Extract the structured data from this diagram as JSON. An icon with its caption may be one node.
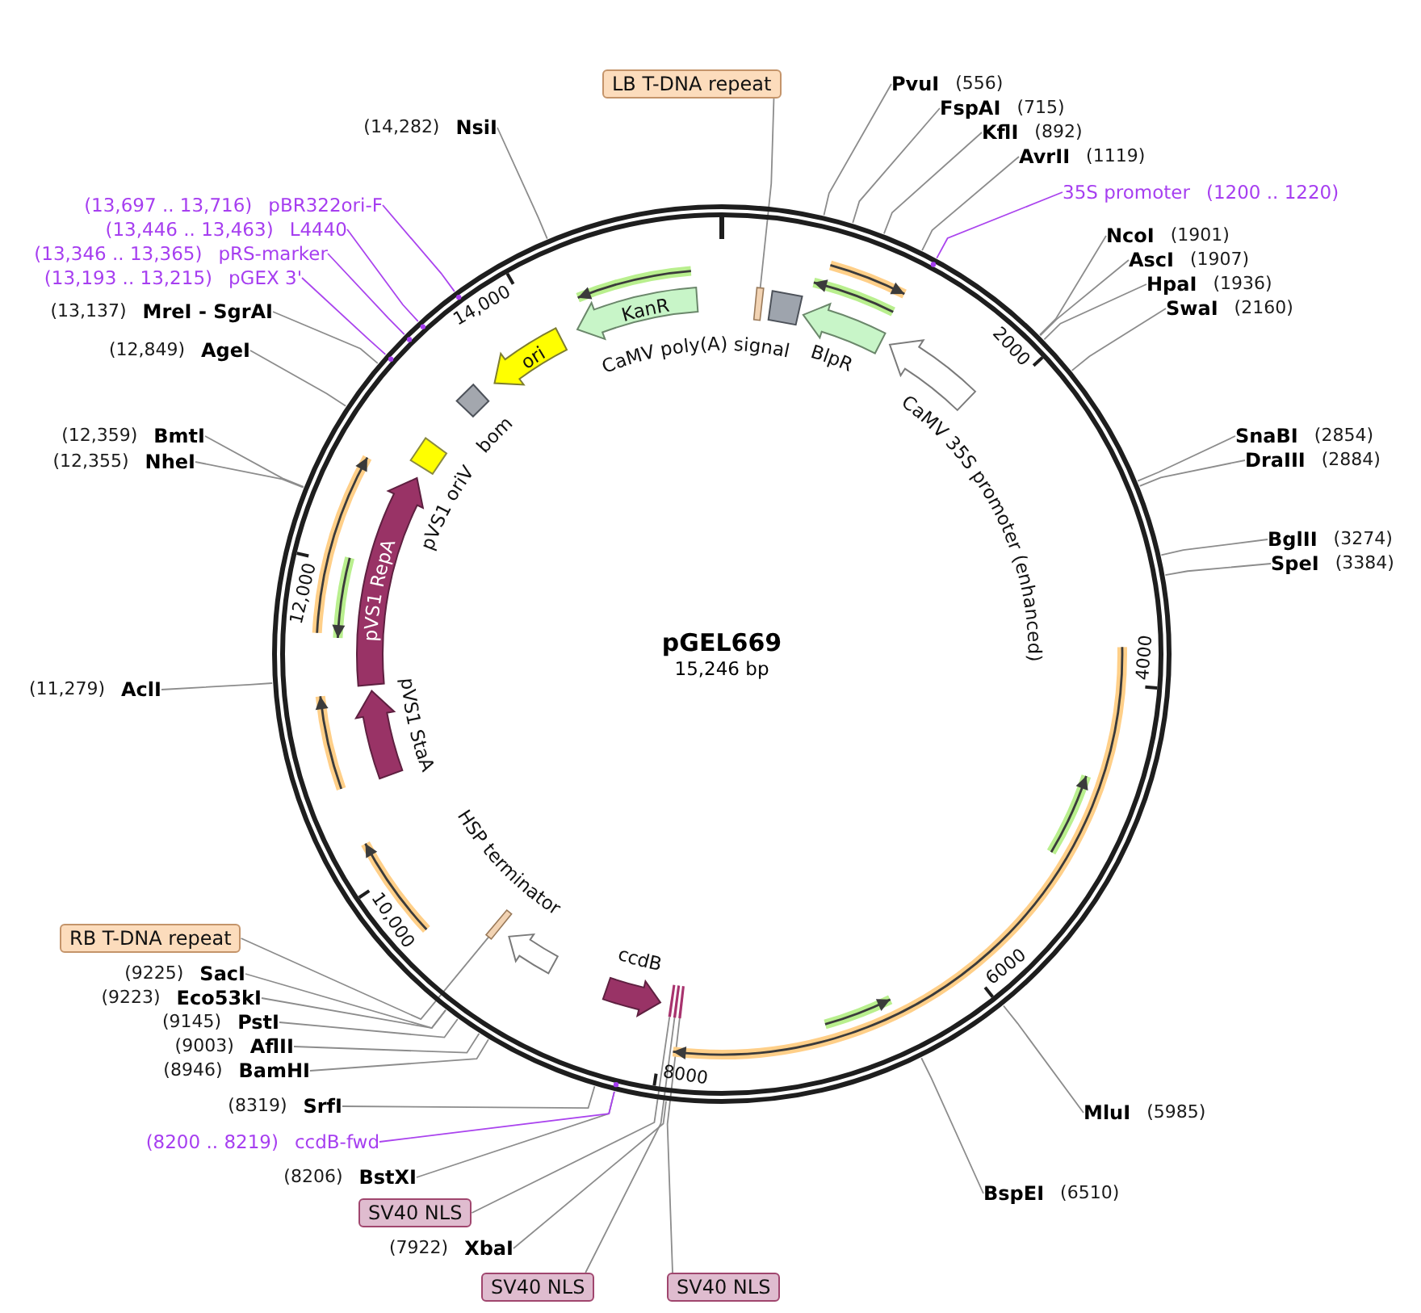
{
  "diagram": {
    "nodes": [
      {
        "text": [
          "pGEL669",
          "15,246 bp"
        ]
      },
      {
        "text": [],
        "shape": "bar",
        "in": 0
      },
      {
        "text": [
          "CaMV poly(A) signal"
        ],
        "in": 0
      },
      {
        "text": [
          "BlpR"
        ],
        "in": 0
      },
      {
        "text": [
          "CaMV 35S promoter (enhanced)"
        ],
        "in": 0
      },
      {
        "text": [],
        "shape": "bar",
        "in": 0
      },
      {
        "text": [],
        "shape": "bar",
        "in": 0
      },
      {
        "text": [],
        "shape": "bar",
        "in": 0
      },
      {
        "text": [
          "ccdB"
        ],
        "in": 0
      },
      {
        "text": [
          "HSP terminator"
        ],
        "in": 0
      },
      {
        "text": [],
        "shape": "bar",
        "in": 0
      },
      {
        "text": [
          "pVS1 StaA"
        ],
        "in": 0
      },
      {
        "text": [
          "pVS1 RepA"
        ],
        "in": 0
      },
      {
        "text": [
          "pVS1 oriV"
        ],
        "in": 0
      },
      {
        "text": [
          "bom"
        ],
        "in": 0
      },
      {
        "text": [
          "ori"
        ],
        "in": 0
      },
      {
        "text": [
          "KanR"
        ],
        "in": 0
      },
      {
        "text": [
          "LB T-DNA repeat"
        ]
      },
      {
        "text": [
          "PvuI",
          "(556)"
        ]
      },
      {
        "text": [
          "FspAI",
          "(715)"
        ]
      },
      {
        "text": [
          "KflI",
          "(892)"
        ]
      },
      {
        "text": [
          "AvrII",
          "(1119)"
        ]
      },
      {
        "text": [
          "35S promoter",
          "(1200 .. 1220)"
        ]
      },
      {
        "text": [
          "NcoI",
          "(1901)"
        ]
      },
      {
        "text": [
          "AscI",
          "(1907)"
        ]
      },
      {
        "text": [
          "HpaI",
          "(1936)"
        ]
      },
      {
        "text": [
          "SwaI",
          "(2160)"
        ]
      },
      {
        "text": [
          "SnaBI",
          "(2854)"
        ]
      },
      {
        "text": [
          "DraIII",
          "(2884)"
        ]
      },
      {
        "text": [
          "BglII",
          "(3274)"
        ]
      },
      {
        "text": [
          "SpeI",
          "(3384)"
        ]
      },
      {
        "text": [
          "MluI",
          "(5985)"
        ]
      },
      {
        "text": [
          "BspEI",
          "(6510)"
        ]
      },
      {
        "text": [
          "SV40 NLS"
        ]
      },
      {
        "text": [
          "SV40 NLS"
        ]
      },
      {
        "text": [
          "(7922)",
          "XbaI"
        ]
      },
      {
        "text": [
          "SV40 NLS"
        ]
      },
      {
        "text": [
          "(8206)",
          "BstXI"
        ]
      },
      {
        "text": [
          "(8200 .. 8219)",
          "ccdB-fwd"
        ]
      },
      {
        "text": [
          "(8319)",
          "SrfI"
        ]
      },
      {
        "text": [
          "(8946)",
          "BamHI"
        ]
      },
      {
        "text": [
          "(9003)",
          "AflII"
        ]
      },
      {
        "text": [
          "(9145)",
          "PstI"
        ]
      },
      {
        "text": [
          "(9223)",
          "Eco53kI"
        ]
      },
      {
        "text": [
          "(9225)",
          "SacI"
        ]
      },
      {
        "text": [
          "RB T-DNA repeat"
        ]
      },
      {
        "text": [
          "(11,279)",
          "AclI"
        ]
      },
      {
        "text": [
          "(12,355)",
          "NheI"
        ]
      },
      {
        "text": [
          "(12,359)",
          "BmtI"
        ]
      },
      {
        "text": [
          "(12,849)",
          "AgeI"
        ]
      },
      {
        "text": [
          "(13,137)",
          "MreI - SgrAI"
        ]
      },
      {
        "text": [
          "(13,193 .. 13,215)",
          "pGEX 3'"
        ]
      },
      {
        "text": [
          "(13,346 .. 13,365)",
          "pRS-marker"
        ]
      },
      {
        "text": [
          "(13,446 .. 13,463)",
          "L4440"
        ]
      },
      {
        "text": [
          "(13,697 .. 13,716)",
          "pBR322ori-F"
        ]
      },
      {
        "text": [
          "(14,282)",
          "NsiI"
        ]
      }
    ],
    "edges": [
      {
        "from": 17,
        "to": 1,
        "arrow": "none"
      },
      {
        "from": 18,
        "to": 0,
        "arrow": "none"
      },
      {
        "from": 19,
        "to": 0,
        "arrow": "none"
      },
      {
        "from": 20,
        "to": 0,
        "arrow": "none"
      },
      {
        "from": 21,
        "to": 0,
        "arrow": "none"
      },
      {
        "from": 22,
        "to": 0,
        "arrow": "none",
        "color": "#aa44ee"
      },
      {
        "from": 23,
        "to": 0,
        "arrow": "none"
      },
      {
        "from": 24,
        "to": 0,
        "arrow": "none"
      },
      {
        "from": 25,
        "to": 0,
        "arrow": "none"
      },
      {
        "from": 26,
        "to": 0,
        "arrow": "none"
      },
      {
        "from": 27,
        "to": 0,
        "arrow": "none"
      },
      {
        "from": 28,
        "to": 0,
        "arrow": "none"
      },
      {
        "from": 29,
        "to": 0,
        "arrow": "none"
      },
      {
        "from": 30,
        "to": 0,
        "arrow": "none"
      },
      {
        "from": 31,
        "to": 0,
        "arrow": "none"
      },
      {
        "from": 32,
        "to": 0,
        "arrow": "none"
      },
      {
        "from": 33,
        "to": 5,
        "arrow": "none"
      },
      {
        "from": 34,
        "to": 6,
        "arrow": "none"
      },
      {
        "from": 35,
        "to": 0,
        "arrow": "none"
      },
      {
        "from": 36,
        "to": 7,
        "arrow": "none"
      },
      {
        "from": 37,
        "to": 0,
        "arrow": "none"
      },
      {
        "from": 38,
        "to": 0,
        "arrow": "none",
        "color": "#aa44ee"
      },
      {
        "from": 39,
        "to": 0,
        "arrow": "none"
      },
      {
        "from": 40,
        "to": 0,
        "arrow": "none"
      },
      {
        "from": 41,
        "to": 0,
        "arrow": "none"
      },
      {
        "from": 42,
        "to": 0,
        "arrow": "none"
      },
      {
        "from": 43,
        "to": 0,
        "arrow": "none"
      },
      {
        "from": 44,
        "to": 0,
        "arrow": "none"
      },
      {
        "from": 45,
        "to": 10,
        "arrow": "none"
      },
      {
        "from": 46,
        "to": 0,
        "arrow": "none"
      },
      {
        "from": 47,
        "to": 0,
        "arrow": "none"
      },
      {
        "from": 48,
        "to": 0,
        "arrow": "none"
      },
      {
        "from": 49,
        "to": 0,
        "arrow": "none"
      },
      {
        "from": 50,
        "to": 0,
        "arrow": "none"
      },
      {
        "from": 51,
        "to": 0,
        "arrow": "none",
        "color": "#aa44ee"
      },
      {
        "from": 52,
        "to": 0,
        "arrow": "none",
        "color": "#aa44ee"
      },
      {
        "from": 53,
        "to": 0,
        "arrow": "none",
        "color": "#aa44ee"
      },
      {
        "from": 54,
        "to": 0,
        "arrow": "none",
        "color": "#aa44ee"
      },
      {
        "from": 55,
        "to": 0,
        "arrow": "none"
      }
    ],
    "labels": [
      "2000",
      "4000",
      "6000",
      "8000",
      "10,000",
      "12,000",
      "14,000"
    ]
  }
}
